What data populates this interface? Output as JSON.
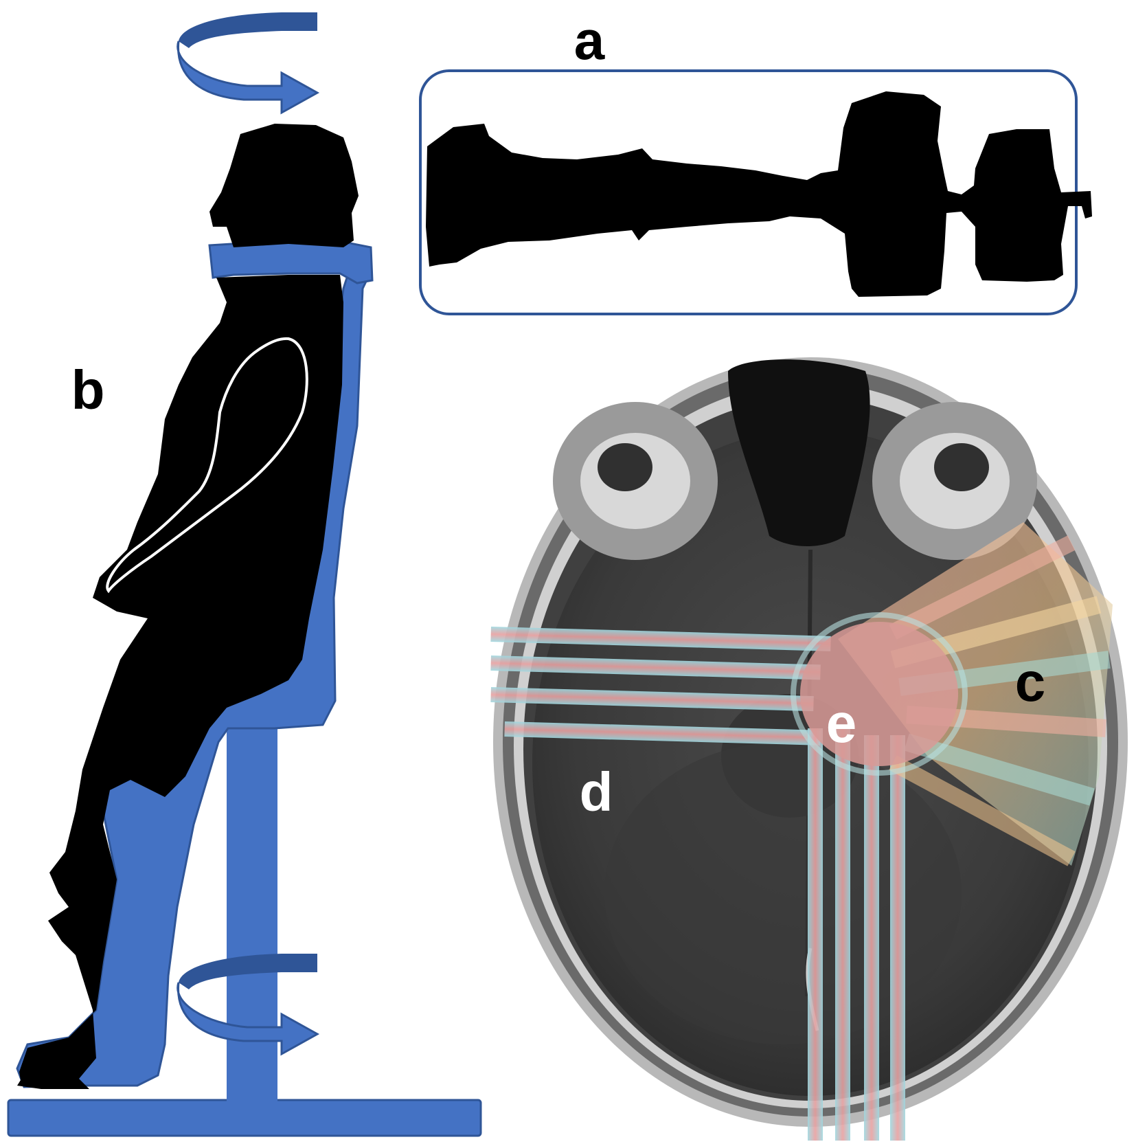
{
  "figure": {
    "labels": {
      "a": "a",
      "b": "b",
      "c": "c",
      "d": "d",
      "e": "e"
    },
    "colors": {
      "accent_blue": "#4472c4",
      "accent_blue_dark": "#2f5597",
      "silhouette": "#000000",
      "frame_border": "#2f5597",
      "beam_pink": "#e8a0a0",
      "beam_cyan": "#9fd8e0",
      "label_dark": "#000000",
      "label_light": "#ffffff"
    },
    "icons": {
      "top_rotation": "rotation-arrow-icon",
      "bottom_rotation": "rotation-arrow-icon"
    }
  }
}
